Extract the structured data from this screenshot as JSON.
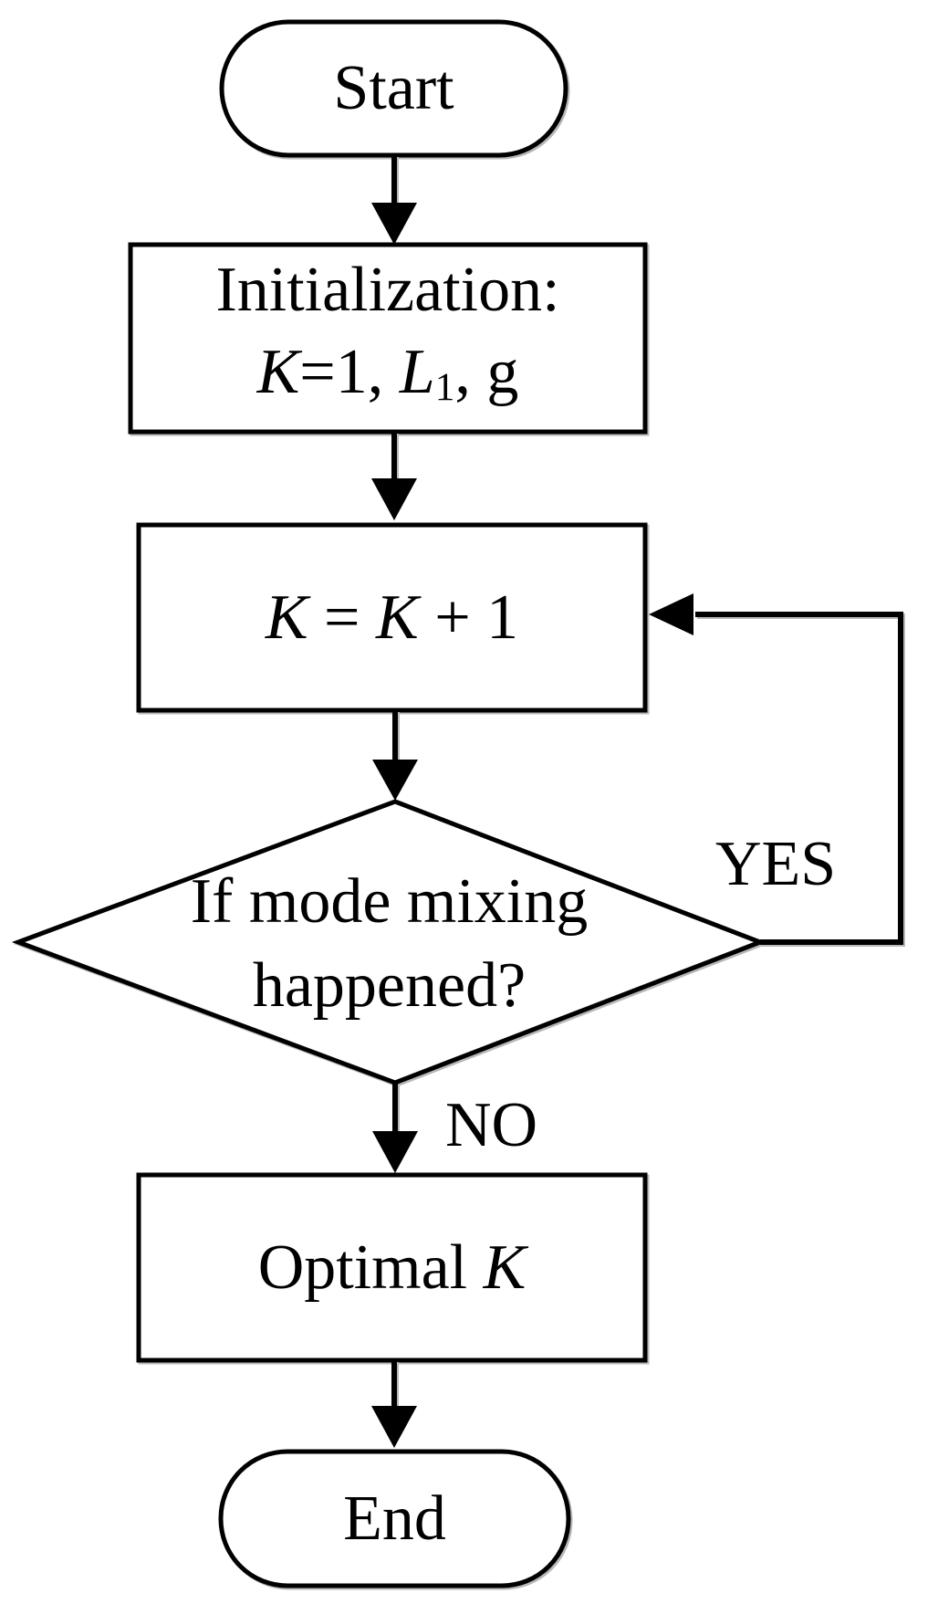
{
  "flowchart": {
    "start": {
      "label": "Start"
    },
    "initialization": {
      "line1": "Initialization:",
      "var_k": "K",
      "assign": "=1, ",
      "var_l": "L",
      "subscript": "1",
      "tail": ", g"
    },
    "increment": {
      "lhs": "K",
      "equals": " = ",
      "rhs": "K",
      "tail": " + 1"
    },
    "decision": {
      "line1": "If mode mixing",
      "line2": "happened?"
    },
    "branches": {
      "yes": "YES",
      "no": "NO"
    },
    "optimal": {
      "text": "Optimal ",
      "var_k": "K"
    },
    "end": {
      "label": "End"
    }
  },
  "colors": {
    "line": "#000000",
    "text": "#000000",
    "background": "#ffffff"
  }
}
